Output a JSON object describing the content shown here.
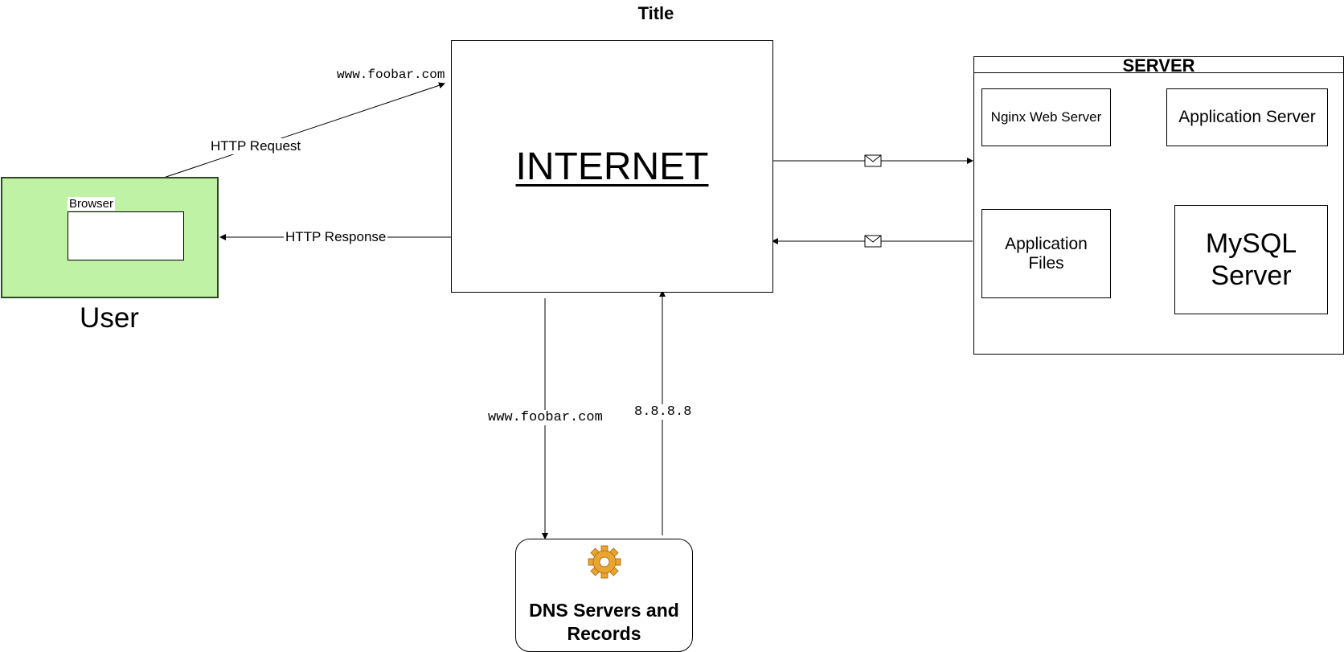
{
  "diagram": {
    "title": "Title",
    "user": {
      "browser_label": "Browser",
      "caption": "User"
    },
    "internet": {
      "label": "INTERNET"
    },
    "edges": {
      "http_request": "HTTP Request",
      "http_request_domain": "www.foobar.com",
      "http_response": "HTTP Response",
      "dns_query": "www.foobar.com",
      "dns_answer": "8.8.8.8"
    },
    "server": {
      "title": "SERVER",
      "nginx": "Nginx Web Server",
      "app_server": "Application Server",
      "app_files": "Application Files",
      "mysql": "MySQL Server"
    },
    "dns": {
      "label": "DNS Servers and Records"
    },
    "colors": {
      "user_fill": "#c0f2a6",
      "user_border": "#2d4a22",
      "gear": "#e8a530"
    },
    "icons": {
      "dns": "gear-icon",
      "message": "envelope-icon"
    }
  }
}
